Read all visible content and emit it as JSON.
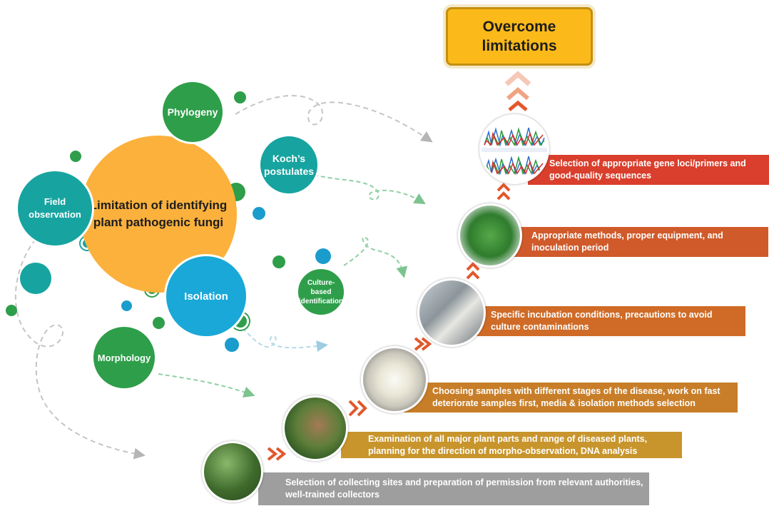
{
  "outcome": {
    "label": "Overcome limitations"
  },
  "center": {
    "label": "Limitation of identifying plant pathogenic fungi"
  },
  "topics": [
    {
      "label": "Phylogeny"
    },
    {
      "label": "Koch’s postulates"
    },
    {
      "label": "Field observation"
    },
    {
      "label": "Isolation"
    },
    {
      "label": "Culture-based identification"
    },
    {
      "label": "Morphology"
    }
  ],
  "steps": [
    {
      "text": "Selection of collecting sites and preparation of permission from relevant authorities, well-trained collectors",
      "color": "#9e9e9e"
    },
    {
      "text": "Examination of all major plant parts and range of diseased plants, planning for the direction of morpho-observation, DNA analysis",
      "color": "#c8952c"
    },
    {
      "text": "Choosing samples with different stages of  the disease, work on fast deteriorate samples first, media & isolation methods selection",
      "color": "#c87e28"
    },
    {
      "text": "Specific incubation conditions, precautions to avoid culture contaminations",
      "color": "#cf6b27"
    },
    {
      "text": "Appropriate methods, proper equipment, and inoculation period",
      "color": "#d05a2a"
    },
    {
      "text": "Selection of appropriate gene loci/primers and good-quality sequences",
      "color": "#d93f2c"
    }
  ],
  "colors": {
    "orange": "#fbb13c",
    "teal": "#17a4a0",
    "green": "#2e9e4a",
    "blue": "#1a9ccc",
    "chevron": "#e2572b"
  },
  "icons": [
    "chevron-up-icon",
    "chevron-right-icon"
  ]
}
